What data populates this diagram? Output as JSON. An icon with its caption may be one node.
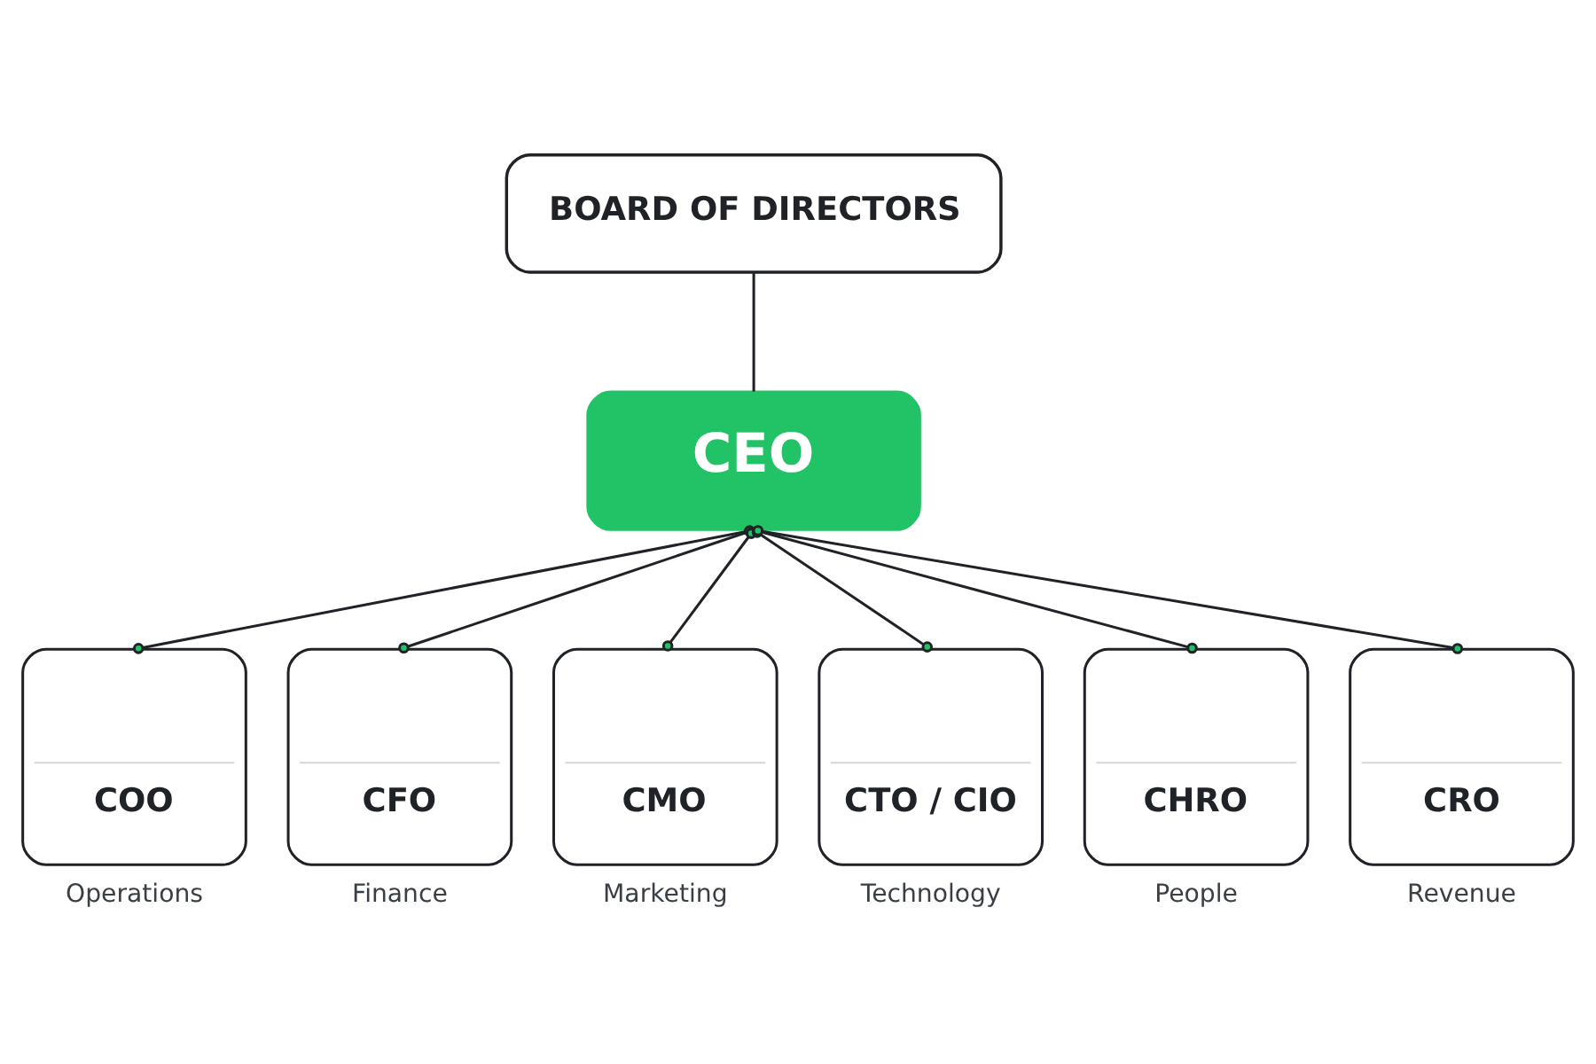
{
  "diagram": {
    "nodes": [
      {
        "text": [
          "BOARD OF DIRECTORS"
        ]
      },
      {
        "text": [
          "CEO"
        ]
      },
      {
        "text": [
          "COO"
        ],
        "beside": [
          "Operations"
        ]
      },
      {
        "text": [
          "CFO"
        ],
        "beside": [
          "Finance"
        ]
      },
      {
        "text": [
          "CMO"
        ],
        "beside": [
          "Marketing"
        ]
      },
      {
        "text": [
          "CTO / CIO"
        ],
        "beside": [
          "Technology"
        ]
      },
      {
        "text": [
          "CHRO"
        ],
        "beside": [
          "People"
        ]
      },
      {
        "text": [
          "CRO"
        ],
        "beside": [
          "Revenue"
        ]
      }
    ],
    "edges": [
      {
        "from": 0,
        "to": 1,
        "arrow": "none"
      },
      {
        "from": 1,
        "to": 2,
        "arrow": "other"
      },
      {
        "from": 1,
        "to": 3,
        "arrow": "other"
      },
      {
        "from": 1,
        "to": 4,
        "arrow": "other"
      },
      {
        "from": 1,
        "to": 5,
        "arrow": "other"
      },
      {
        "from": 1,
        "to": 6,
        "arrow": "other"
      },
      {
        "from": 1,
        "to": 7,
        "arrow": "other"
      }
    ]
  }
}
